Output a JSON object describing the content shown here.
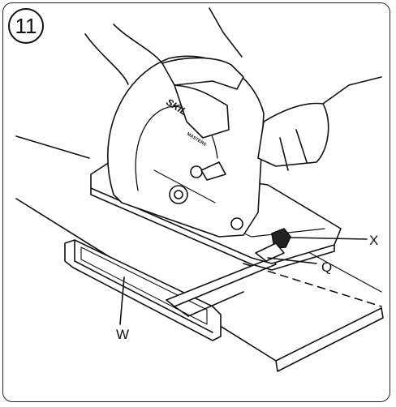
{
  "figure_number": "11",
  "brand": {
    "logo": "SKIL",
    "model": "MASTERS"
  },
  "callouts": {
    "x": "X",
    "q": "Q",
    "w": "W"
  }
}
